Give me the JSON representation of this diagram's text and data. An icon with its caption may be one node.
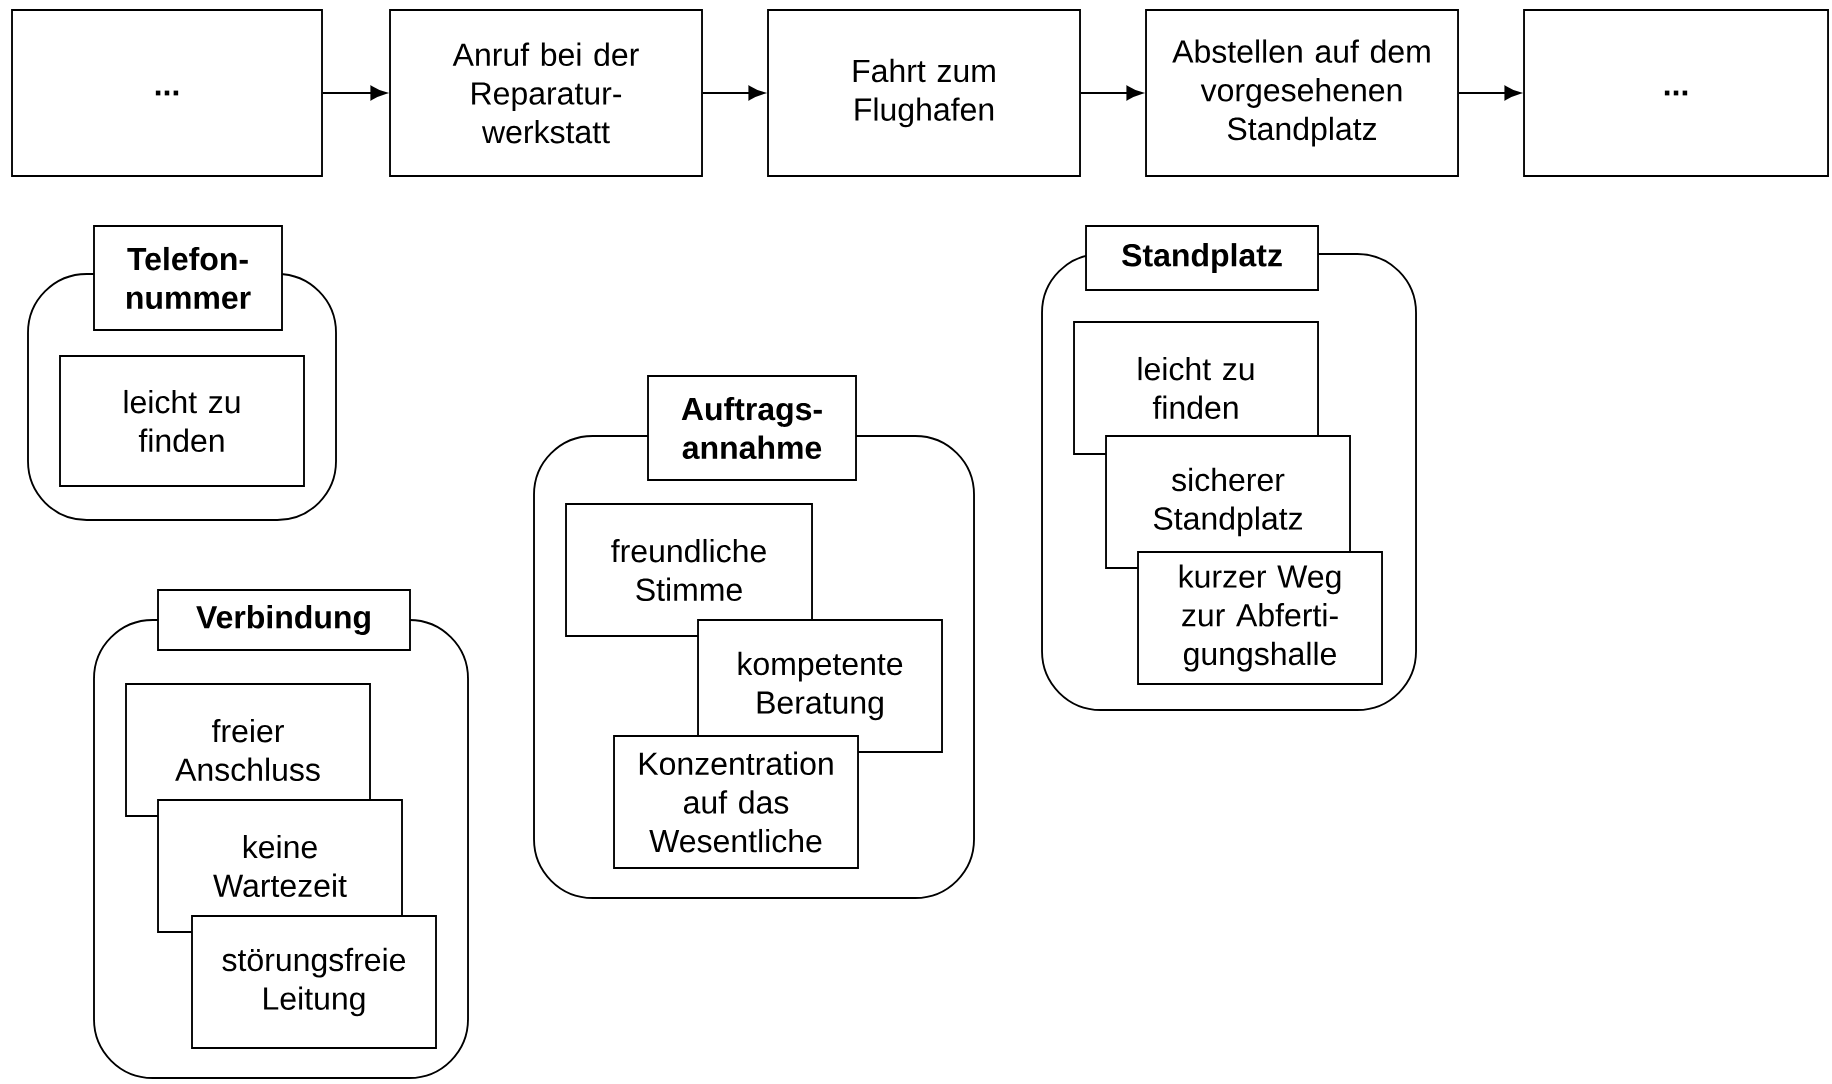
{
  "diagram": {
    "nodes": [
      {
        "text": [
          "..."
        ]
      },
      {
        "text": [
          "Anruf bei der Reparatur- werkstatt"
        ]
      },
      {
        "text": [
          "Fahrt zum Flughafen"
        ]
      },
      {
        "text": [
          "Abstellen auf dem vorgesehenen Standplatz"
        ]
      },
      {
        "text": [
          "..."
        ]
      },
      {
        "text": [
          "Telefon- nummer"
        ]
      },
      {
        "text": [
          "leicht zu finden"
        ],
        "in": 5
      },
      {
        "text": [
          "Standplatz"
        ]
      },
      {
        "text": [
          "leicht zu finden"
        ],
        "in": 7
      },
      {
        "text": [
          "sicherer Standplatz"
        ],
        "in": 7
      },
      {
        "text": [
          "kurzer Weg zur Abferti- gungshalle"
        ],
        "in": 7
      },
      {
        "text": [
          "Auftrags- annahme"
        ]
      },
      {
        "text": [
          "freundliche Stimme"
        ],
        "in": 11
      },
      {
        "text": [
          "kompetente Beratung"
        ],
        "in": 11
      },
      {
        "text": [
          "Konzentration auf das Wesentliche"
        ],
        "in": 11
      },
      {
        "text": [
          "Verbindung"
        ]
      },
      {
        "text": [
          "freier Anschluss"
        ],
        "in": 15
      },
      {
        "text": [
          "keine Wartezeit"
        ],
        "in": 15
      },
      {
        "text": [
          "störungsfreie Leitung"
        ],
        "in": 15
      }
    ],
    "edges": [
      {
        "from": 0,
        "to": 1,
        "arrow": "to"
      },
      {
        "from": 1,
        "to": 2,
        "arrow": "to"
      },
      {
        "from": 2,
        "to": 3,
        "arrow": "to"
      },
      {
        "from": 3,
        "to": 4,
        "arrow": "to"
      }
    ]
  }
}
